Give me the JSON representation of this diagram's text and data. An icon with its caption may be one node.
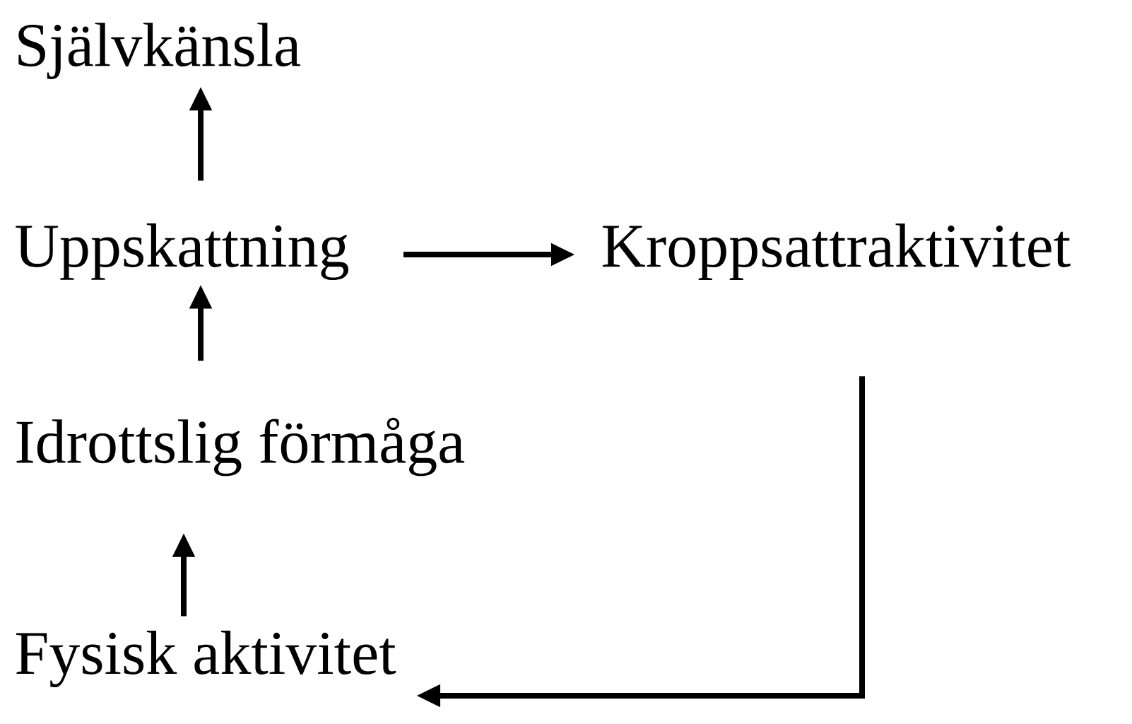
{
  "diagram": {
    "nodes": [
      {
        "text": [
          "Självkänsla"
        ]
      },
      {
        "text": [
          "Uppskattning"
        ]
      },
      {
        "text": [
          "Kroppsattraktivitet"
        ]
      },
      {
        "text": [
          "Idrottslig förmåga"
        ]
      },
      {
        "text": [
          "Fysisk aktivitet"
        ]
      }
    ],
    "edges": [
      {
        "from": 1,
        "to": 0,
        "arrow": "to"
      },
      {
        "from": 1,
        "to": 2,
        "arrow": "to"
      },
      {
        "from": 2,
        "to": 4,
        "arrow": "to"
      },
      {
        "from": 3,
        "to": 1,
        "arrow": "to"
      },
      {
        "from": 4,
        "to": 3,
        "arrow": "to"
      }
    ]
  }
}
